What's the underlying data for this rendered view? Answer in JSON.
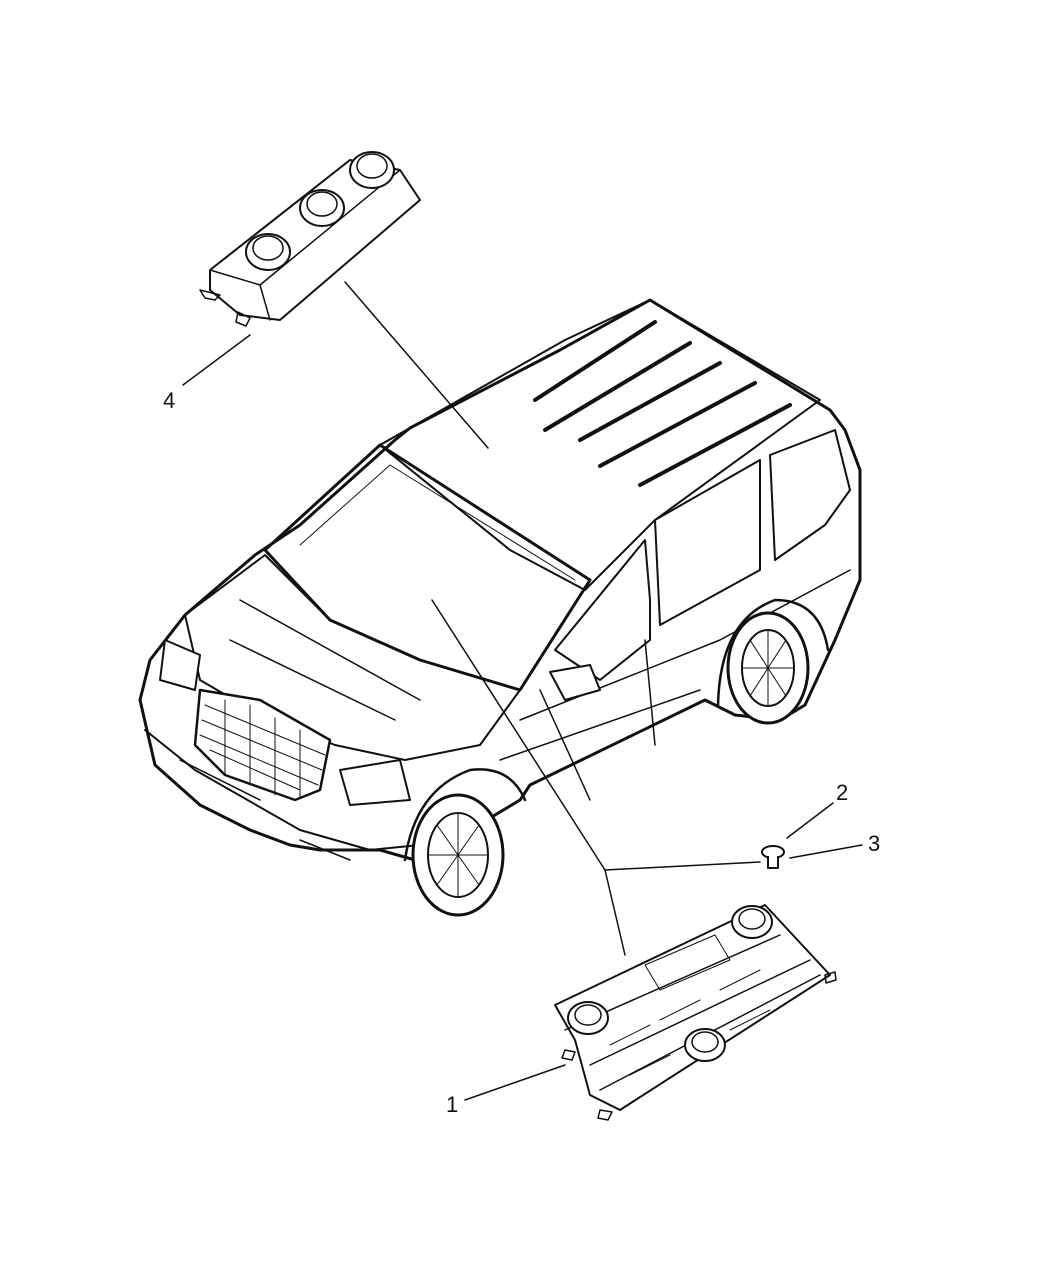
{
  "callouts": {
    "one": "1",
    "two": "2",
    "three": "3",
    "four": "4"
  },
  "colors": {
    "ink": "#111111",
    "paper": "#ffffff"
  },
  "parts": {
    "one": "front-climate-control-panel",
    "two": "screw",
    "three": "screw-washer",
    "four": "rear-climate-control-panel"
  }
}
